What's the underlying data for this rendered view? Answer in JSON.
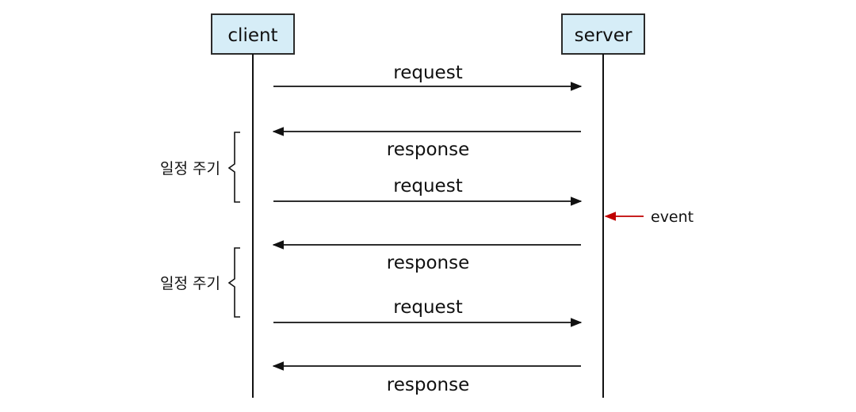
{
  "participants": {
    "client": "client",
    "server": "server"
  },
  "messages": [
    {
      "label": "request",
      "direction": "right"
    },
    {
      "label": "response",
      "direction": "left"
    },
    {
      "label": "request",
      "direction": "right"
    },
    {
      "label": "response",
      "direction": "left"
    },
    {
      "label": "request",
      "direction": "right"
    },
    {
      "label": "response",
      "direction": "left"
    }
  ],
  "intervals": [
    {
      "label": "일정 주기"
    },
    {
      "label": "일정 주기"
    }
  ],
  "event": {
    "label": "event"
  },
  "colors": {
    "participant_fill": "#d6edf7",
    "participant_border": "#2b2b2b",
    "line": "#111111",
    "event_arrow": "#c00000"
  }
}
